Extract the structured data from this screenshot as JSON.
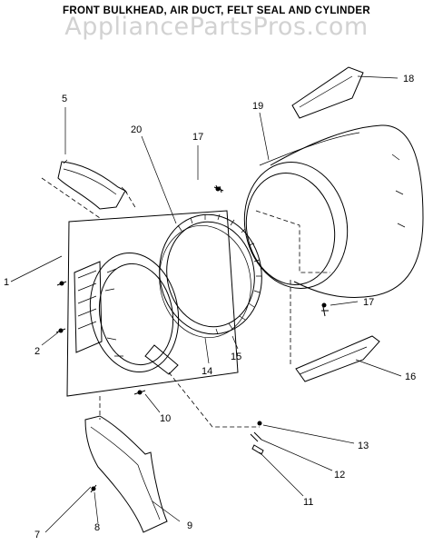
{
  "diagram": {
    "title": "FRONT BULKHEAD, AIR DUCT, FELT SEAL AND CYLINDER",
    "watermark": "AppliancePartsPros.com"
  },
  "callouts": {
    "p1": "1",
    "p2": "2",
    "p5": "5",
    "p7": "7",
    "p8": "8",
    "p9": "9",
    "p10": "10",
    "p11": "11",
    "p12": "12",
    "p13": "13",
    "p14": "14",
    "p15": "15",
    "p16": "16",
    "p17a": "17",
    "p17b": "17",
    "p18": "18",
    "p19": "19",
    "p20": "20"
  }
}
